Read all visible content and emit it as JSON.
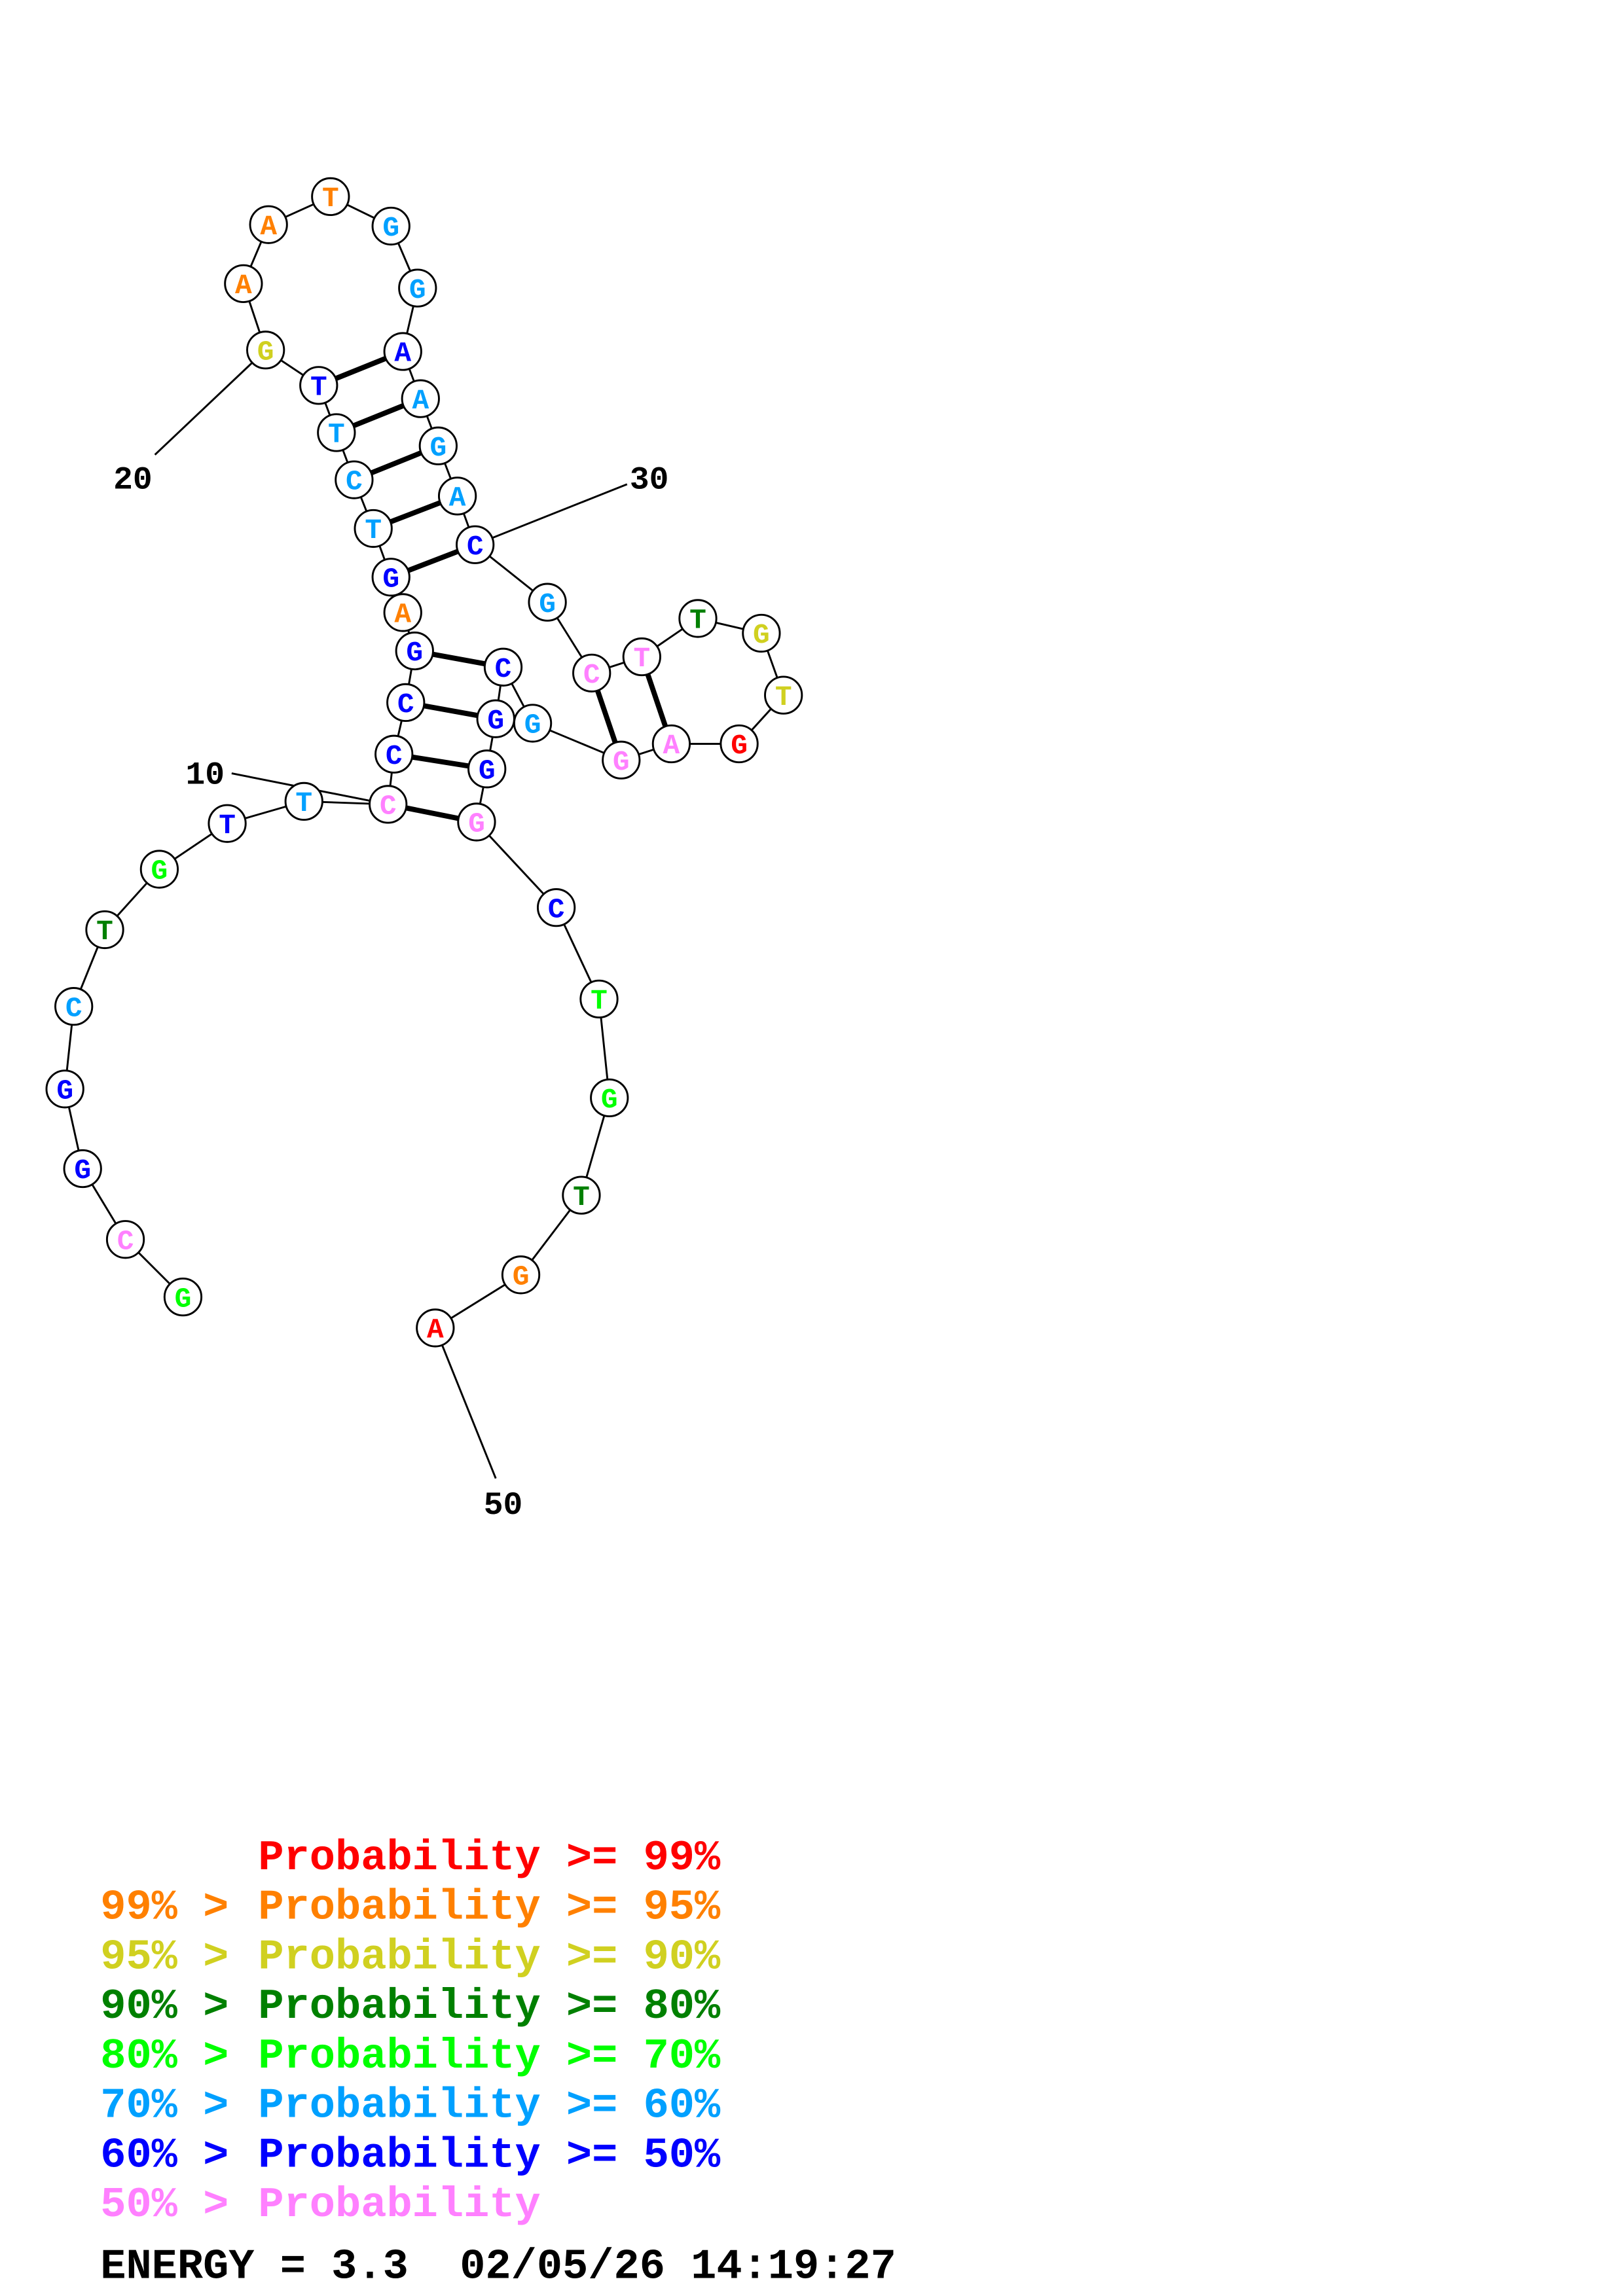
{
  "colors": {
    "red": "#ff0000",
    "orange": "#ff8000",
    "yellow": "#d0d020",
    "green": "#008000",
    "lime": "#00ff00",
    "cyan": "#00a0ff",
    "blue": "#0000ff",
    "pink": "#ff80ff"
  },
  "structure": {
    "bases": [
      "G",
      "C",
      "G",
      "G",
      "C",
      "T",
      "G",
      "T",
      "T",
      "C",
      "C",
      "C",
      "G",
      "A",
      "G",
      "T",
      "C",
      "T",
      "T",
      "G",
      "A",
      "A",
      "T",
      "G",
      "G",
      "A",
      "A",
      "G",
      "A",
      "C",
      "G",
      "C",
      "T",
      "T",
      "G",
      "T",
      "G",
      "A",
      "G",
      "G",
      "C",
      "G",
      "G",
      "G",
      "C",
      "T",
      "G",
      "T",
      "G",
      "A"
    ],
    "base_colors": [
      "lime",
      "pink",
      "blue",
      "blue",
      "cyan",
      "green",
      "lime",
      "blue",
      "cyan",
      "pink",
      "blue",
      "blue",
      "blue",
      "orange",
      "blue",
      "cyan",
      "cyan",
      "cyan",
      "blue",
      "yellow",
      "orange",
      "orange",
      "orange",
      "cyan",
      "cyan",
      "blue",
      "cyan",
      "cyan",
      "cyan",
      "blue",
      "cyan",
      "pink",
      "pink",
      "green",
      "yellow",
      "yellow",
      "red",
      "pink",
      "pink",
      "cyan",
      "blue",
      "blue",
      "blue",
      "pink",
      "blue",
      "lime",
      "lime",
      "green",
      "orange",
      "red"
    ],
    "pairs": [
      [
        10,
        44
      ],
      [
        11,
        43
      ],
      [
        12,
        42
      ],
      [
        13,
        41
      ],
      [
        15,
        30
      ],
      [
        16,
        29
      ],
      [
        17,
        28
      ],
      [
        18,
        27
      ],
      [
        19,
        26
      ],
      [
        32,
        39
      ],
      [
        33,
        38
      ]
    ],
    "position_labels": [
      {
        "index": 10,
        "text": "10"
      },
      {
        "index": 20,
        "text": "20"
      },
      {
        "index": 30,
        "text": "30"
      },
      {
        "index": 50,
        "text": "50"
      }
    ]
  },
  "legend": [
    {
      "prefix": "",
      "label": "Probability >= 99%",
      "color": "red"
    },
    {
      "prefix": "99% > ",
      "label": "Probability >= 95%",
      "color": "orange"
    },
    {
      "prefix": "95% > ",
      "label": "Probability >= 90%",
      "color": "yellow"
    },
    {
      "prefix": "90% > ",
      "label": "Probability >= 80%",
      "color": "green"
    },
    {
      "prefix": "80% > ",
      "label": "Probability >= 70%",
      "color": "lime"
    },
    {
      "prefix": "70% > ",
      "label": "Probability >= 60%",
      "color": "cyan"
    },
    {
      "prefix": "60% > ",
      "label": "Probability >= 50%",
      "color": "blue"
    },
    {
      "prefix": "50% > ",
      "label": "Probability",
      "color": "pink"
    }
  ],
  "footer": {
    "energy": "ENERGY = 3.3  02/05/26 14:19:27"
  }
}
